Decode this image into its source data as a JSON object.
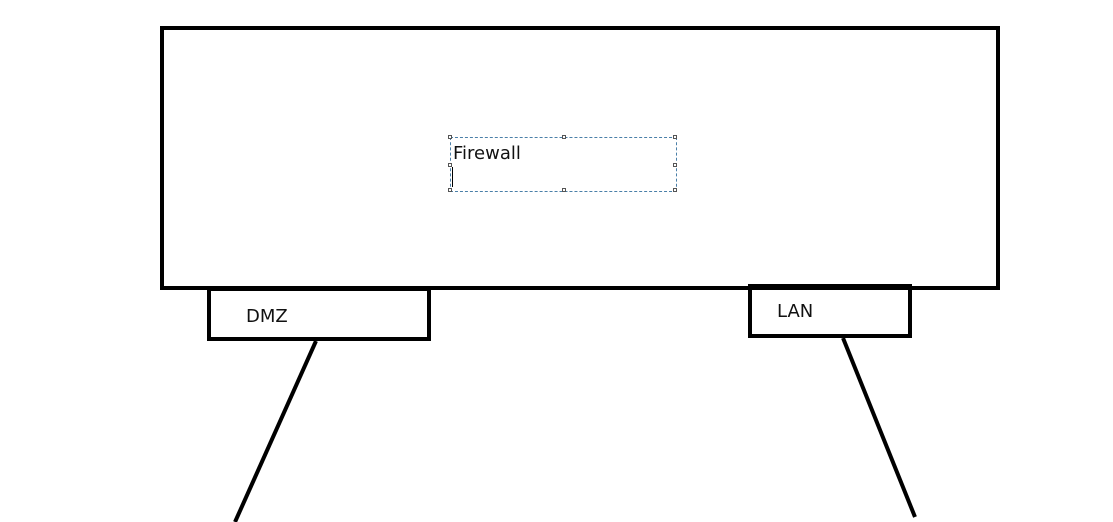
{
  "diagram": {
    "main_box": {
      "label": "Firewall"
    },
    "ports": [
      {
        "label": "DMZ"
      },
      {
        "label": "LAN"
      }
    ],
    "colors": {
      "stroke": "#000000",
      "selection": "#4a7fa8",
      "background": "#ffffff"
    }
  }
}
